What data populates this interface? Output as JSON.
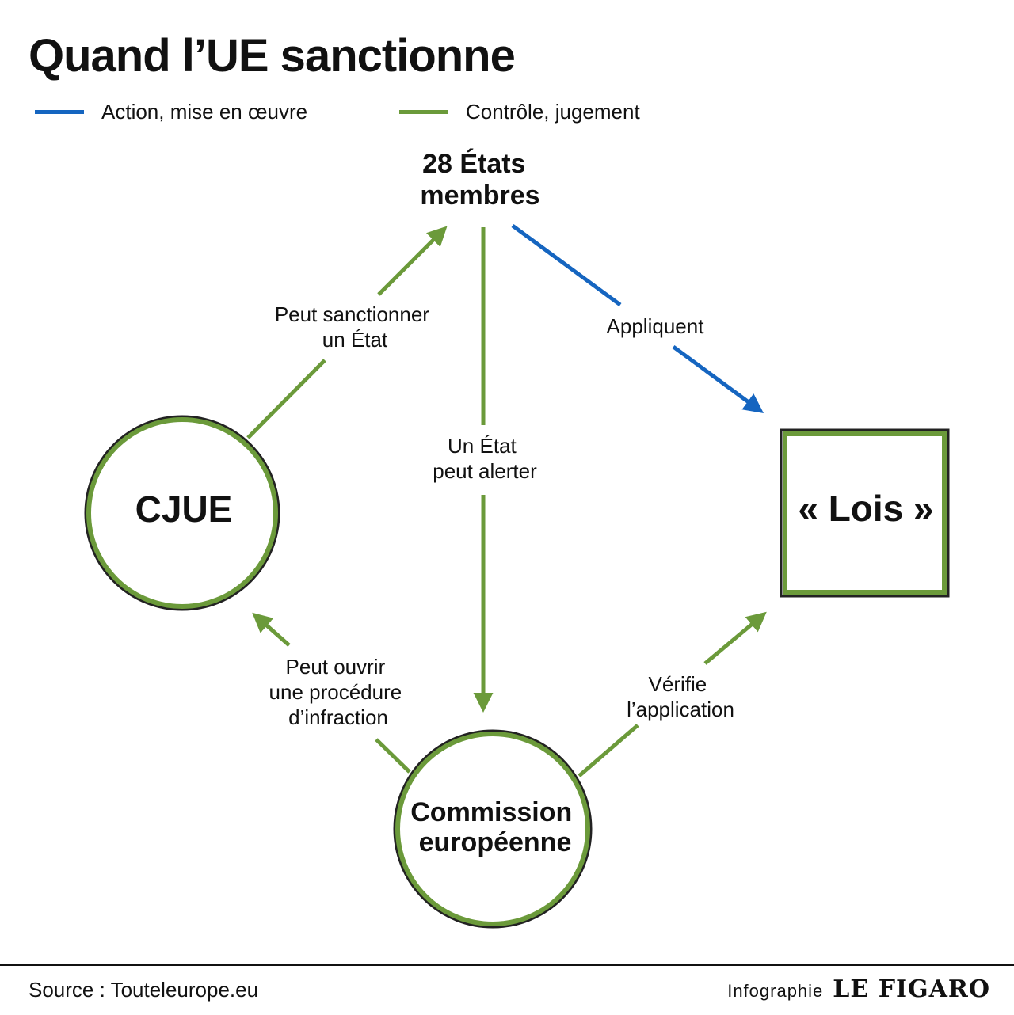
{
  "title": "Quand l’UE sanctionne",
  "legend": [
    {
      "label": "Action, mise en œuvre",
      "color": "#1565c0"
    },
    {
      "label": "Contrôle, jugement",
      "color": "#6b9a3a"
    }
  ],
  "nodes": {
    "etats": {
      "lines": [
        "28 États",
        "membres"
      ]
    },
    "cjue": {
      "label": "CJUE",
      "shape": "circle"
    },
    "lois": {
      "label": "« Lois »",
      "shape": "square"
    },
    "commission": {
      "lines": [
        "Commission",
        "européenne"
      ],
      "shape": "circle"
    }
  },
  "edges": {
    "cjue_to_etats": {
      "lines": [
        "Peut sanctionner",
        "un État"
      ],
      "type": "Contrôle, jugement"
    },
    "etats_to_lois": {
      "lines": [
        "Appliquent"
      ],
      "type": "Action, mise en œuvre"
    },
    "etats_to_commission": {
      "lines": [
        "Un État",
        "peut alerter"
      ],
      "type": "Contrôle, jugement"
    },
    "commission_to_cjue": {
      "lines": [
        "Peut ouvrir",
        "une procédure",
        "d’infraction"
      ],
      "type": "Contrôle, jugement"
    },
    "commission_to_lois": {
      "lines": [
        "Vérifie",
        "l’application"
      ],
      "type": "Contrôle, jugement"
    }
  },
  "footer": {
    "source": "Source : Touteleurope.eu",
    "credit_label": "Infographie",
    "brand": "LE FIGARO"
  },
  "colors": {
    "action": "#1565c0",
    "control": "#6b9a3a",
    "outline": "#222222"
  }
}
